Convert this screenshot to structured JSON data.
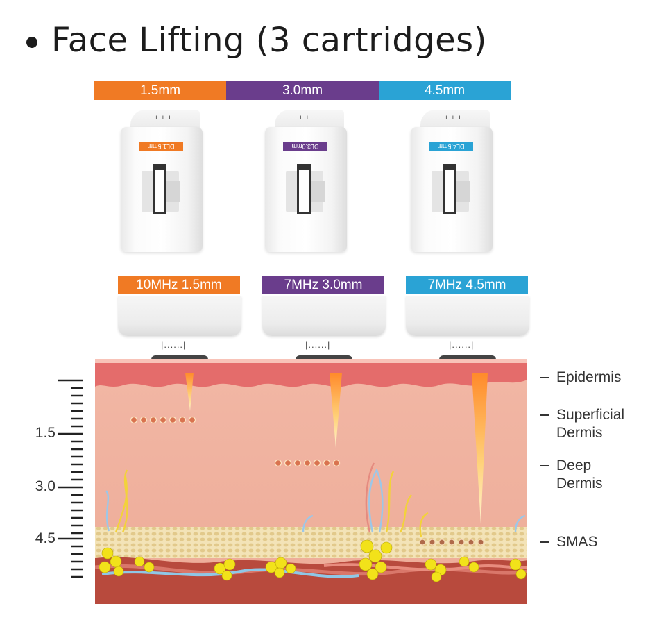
{
  "title": "Face Lifting (3 cartridges)",
  "depth_bar": [
    {
      "label": "1.5mm",
      "color": "#f07a24"
    },
    {
      "label": "3.0mm",
      "color": "#6a3d8c"
    },
    {
      "label": "4.5mm",
      "color": "#2aa3d5"
    }
  ],
  "cartridges": [
    {
      "label": "DL1.5mm",
      "color": "#f07a24"
    },
    {
      "label": "DL3.0mm",
      "color": "#6a3d8c"
    },
    {
      "label": "DL4.5mm",
      "color": "#2aa3d5"
    }
  ],
  "tips": [
    {
      "tag": "10MHz  1.5mm",
      "color": "#f07a24"
    },
    {
      "tag": "7MHz  3.0mm",
      "color": "#6a3d8c"
    },
    {
      "tag": "7MHz  4.5mm",
      "color": "#2aa3d5"
    }
  ],
  "tip_marker": "|......|",
  "ruler": {
    "labels": [
      "1.5",
      "3.0",
      "4.5"
    ]
  },
  "layers": [
    {
      "line1": "Epidermis",
      "line2": ""
    },
    {
      "line1": "Superficial",
      "line2": "Dermis"
    },
    {
      "line1": "Deep",
      "line2": "Dermis"
    },
    {
      "line1": "SMAS",
      "line2": ""
    }
  ]
}
